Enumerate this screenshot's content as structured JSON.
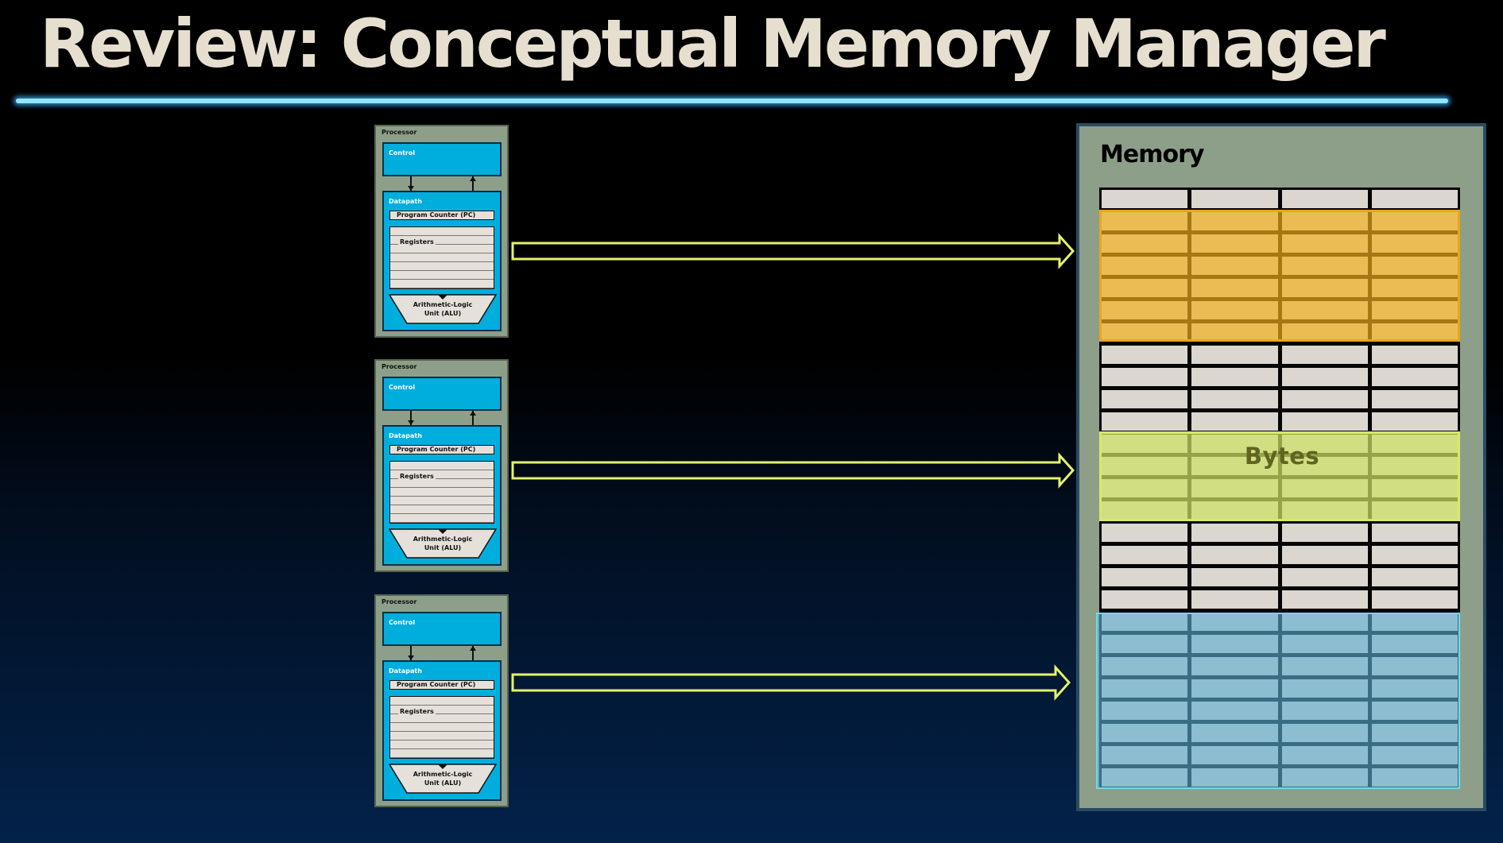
{
  "title": "Review: Conceptual Memory Manager",
  "processor": {
    "label": "Processor",
    "control_label": "Control",
    "datapath_label": "Datapath",
    "pc_label": "Program Counter (PC)",
    "registers_label": "Registers",
    "alu_line1": "Arithmetic-Logic",
    "alu_line2": "Unit (ALU)"
  },
  "memory": {
    "title": "Memory",
    "bytes_label": "Bytes"
  },
  "colors": {
    "processor_box": "#8e9f89",
    "component_blue": "#00aede",
    "arrow_stroke": "#e4f26a",
    "region_orange": "#f0af19",
    "region_yellow": "#cde164",
    "region_blue": "#5aafd2",
    "title_rule": "#8fe6ff"
  }
}
